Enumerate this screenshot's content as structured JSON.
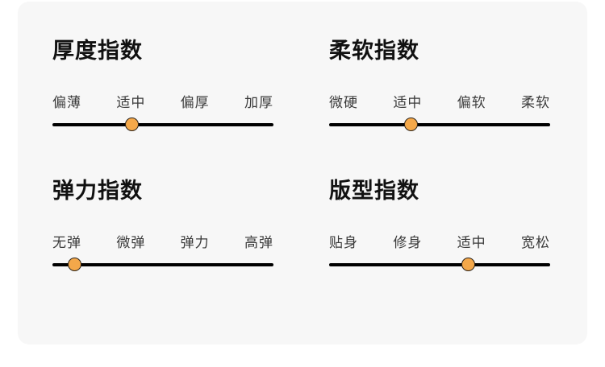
{
  "card": {
    "background_color": "#f7f7f7",
    "page_background_color": "#ffffff"
  },
  "theme": {
    "knob_color": "#f4a84a",
    "knob_border_color": "#2b2218",
    "track_color": "#000000",
    "title_color": "#111111",
    "label_color": "#3a3a3a"
  },
  "panels": [
    {
      "title": "厚度指数",
      "labels": [
        "偏薄",
        "适中",
        "偏厚",
        "加厚"
      ],
      "selected_index": 1,
      "selected_value": "适中",
      "knob_percent": 36
    },
    {
      "title": "柔软指数",
      "labels": [
        "微硬",
        "适中",
        "偏软",
        "柔软"
      ],
      "selected_index": 1,
      "selected_value": "适中",
      "knob_percent": 37
    },
    {
      "title": "弹力指数",
      "labels": [
        "无弹",
        "微弹",
        "弹力",
        "高弹"
      ],
      "selected_index": 0,
      "selected_value": "无弹",
      "knob_percent": 10
    },
    {
      "title": "版型指数",
      "labels": [
        "贴身",
        "修身",
        "适中",
        "宽松"
      ],
      "selected_index": 2,
      "selected_value": "适中",
      "knob_percent": 63
    }
  ]
}
